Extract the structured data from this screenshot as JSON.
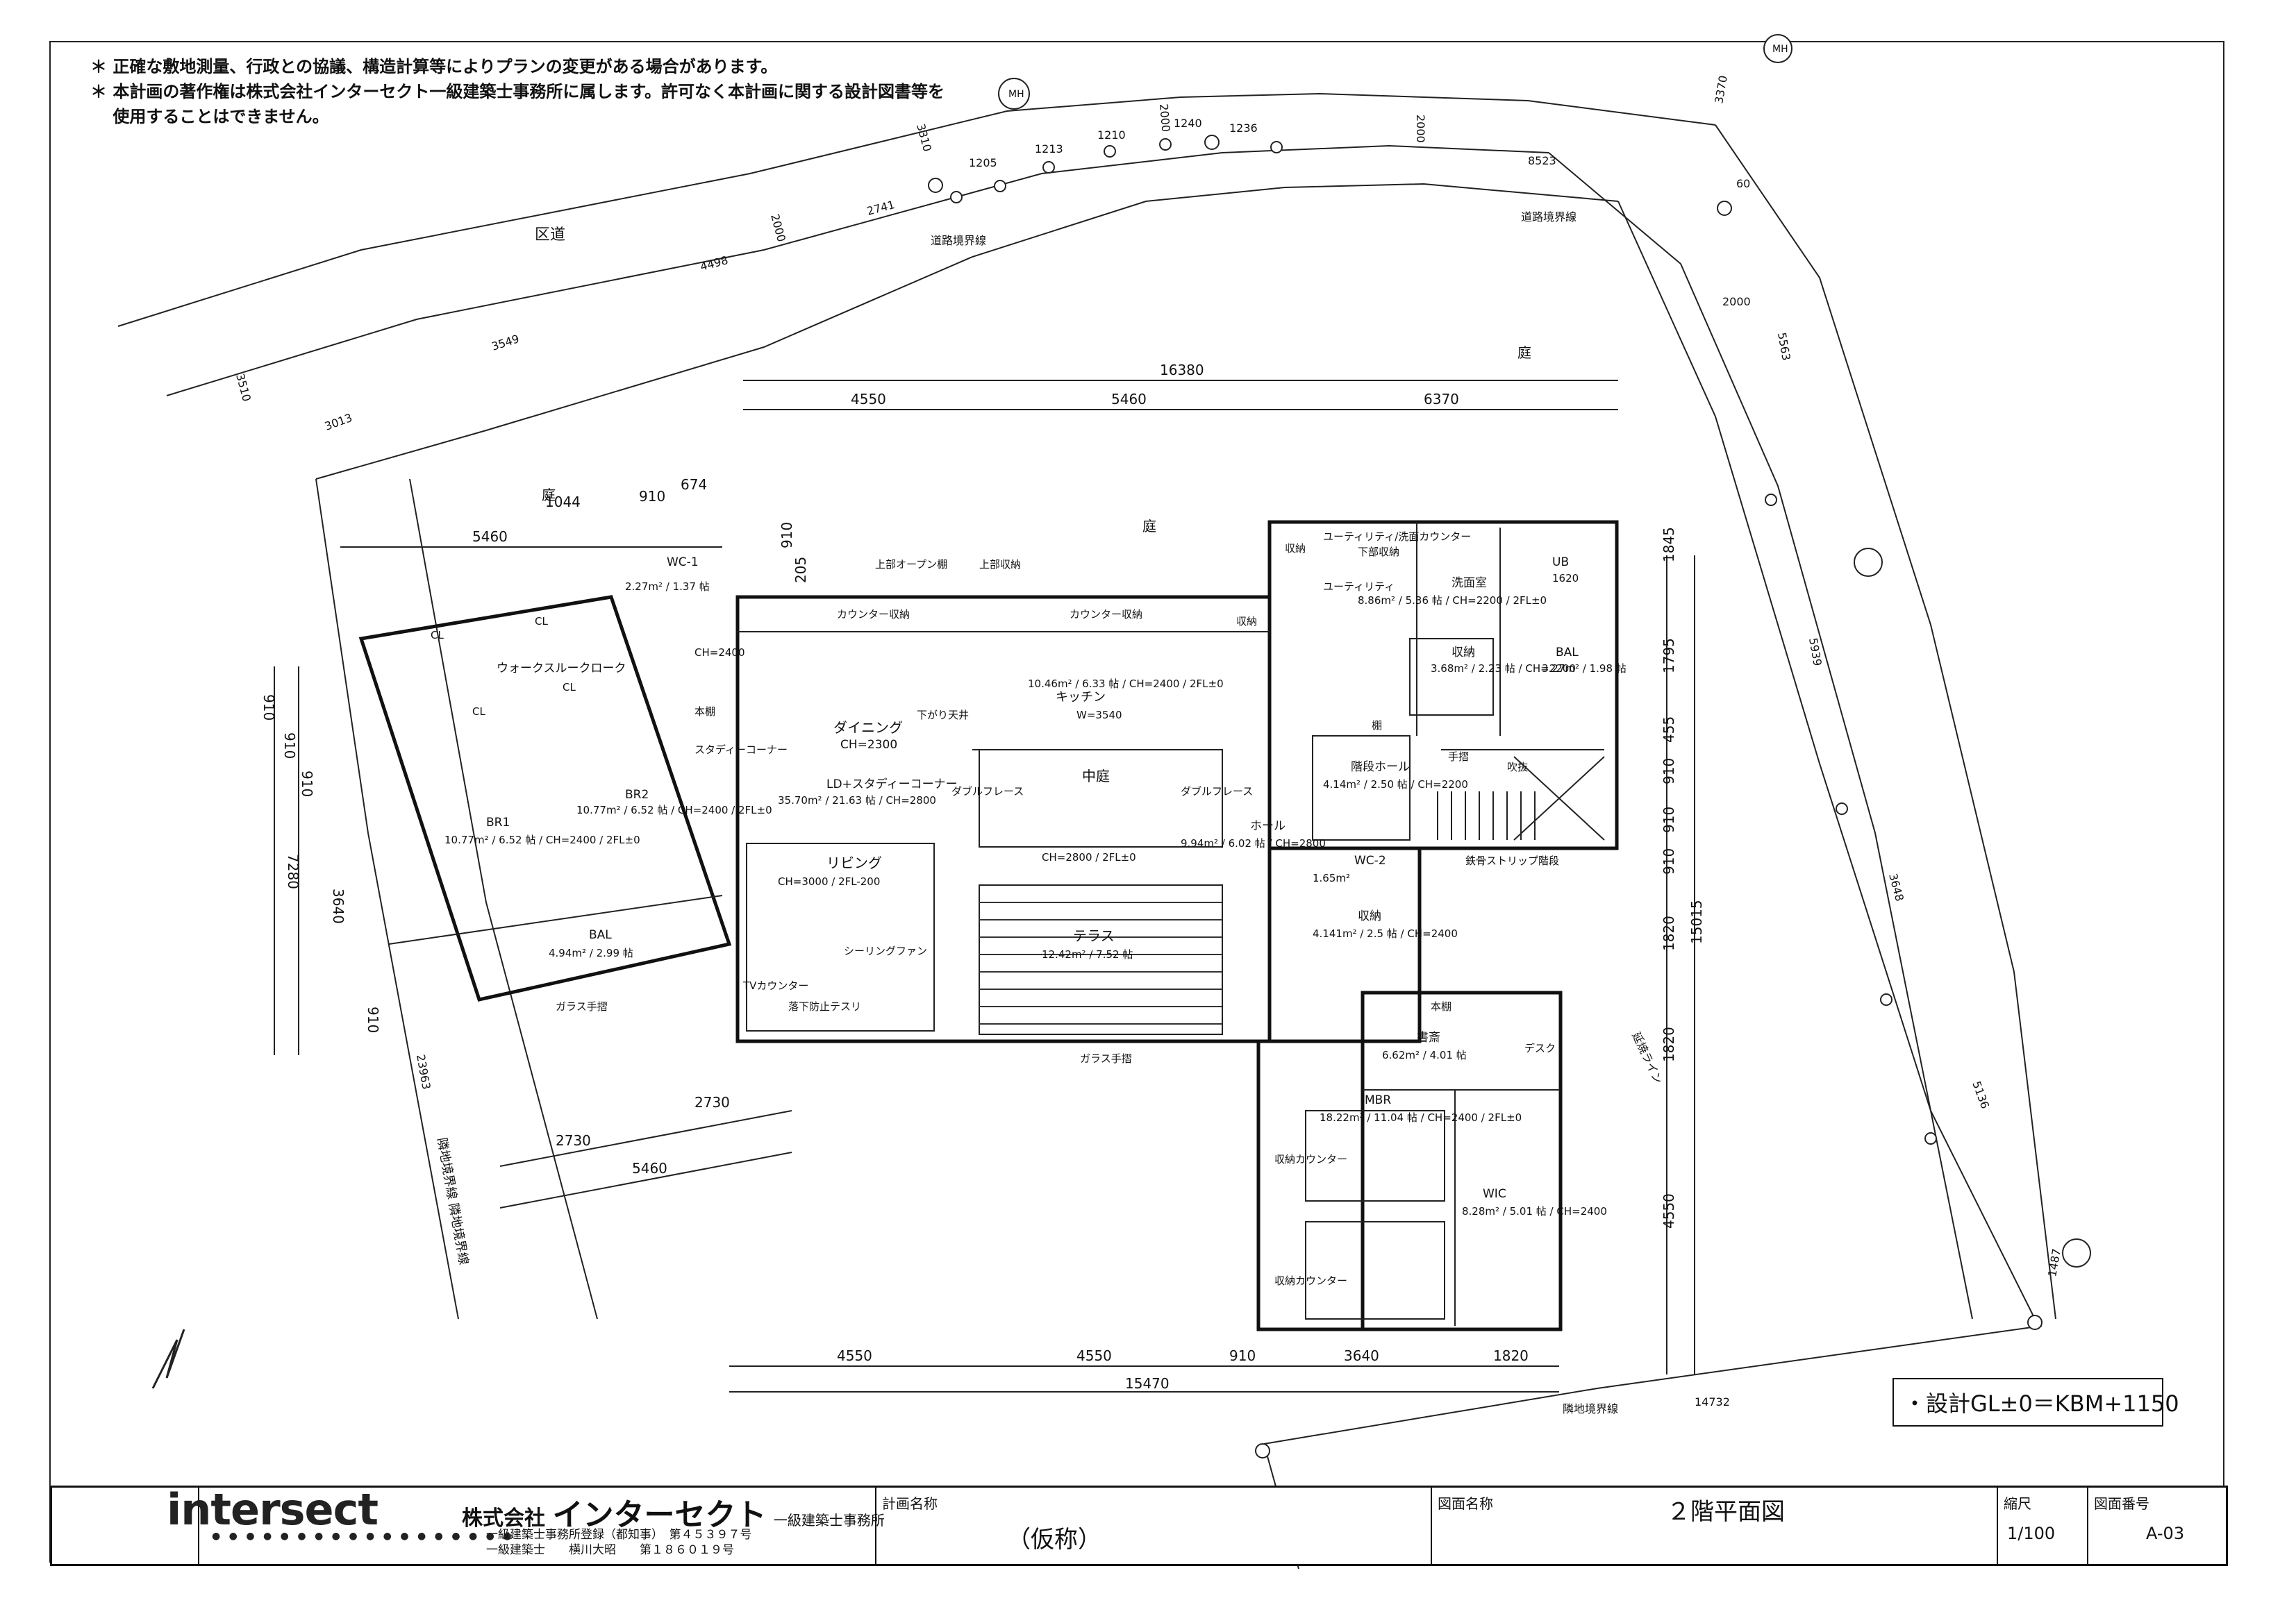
{
  "notes": [
    "＊ 正確な敷地測量、行政との協議、構造計算等によりプランの変更がある場合があります。",
    "＊ 本計画の著作権は株式会社インターセクト一級建築士事務所に属します。許可なく本計画に関する設計図書等を",
    "　 使用することはできません。"
  ],
  "site": {
    "road": "区道",
    "garden": "庭",
    "boundary_road": "道路境界線",
    "boundary_neighbor": "隣地境界線",
    "boundary_combo": "隣地境界線 隣地境界線",
    "extension": "延焼ライン"
  },
  "dims": {
    "top_total": "16380",
    "top_parts": [
      "4550",
      "5460",
      "6370"
    ],
    "bottom_total": "15470",
    "bottom_parts": [
      "4550",
      "4550",
      "910",
      "3640",
      "1820"
    ],
    "left_block": [
      "5460",
      "910",
      "674",
      "1044"
    ],
    "left_vertical": [
      "910",
      "910",
      "910",
      "3640",
      "910"
    ],
    "left_total": "7280",
    "wing_bottom_total": "5460",
    "wing_bottom_parts": [
      "2730",
      "2730"
    ],
    "right_vertical": [
      "1845",
      "1795",
      "455",
      "910",
      "910",
      "910",
      "1820",
      "1820",
      "4550"
    ],
    "right_total": "15015",
    "top_small": [
      "910",
      "205"
    ],
    "road_dims": [
      "3510",
      "3013",
      "3549",
      "4498",
      "2000",
      "2741",
      "1205",
      "1213",
      "1210",
      "2000",
      "1240",
      "1236",
      "2000",
      "8523",
      "3370",
      "60",
      "3310",
      "2000",
      "5563",
      "5939",
      "3648",
      "5136",
      "1487",
      "14732",
      "23963"
    ]
  },
  "rooms": [
    {
      "name": "ウォークスルークローク",
      "info": ""
    },
    {
      "name": "BR1",
      "info": "10.77m² / 6.52 帖 / CH=2400 / 2FL±0"
    },
    {
      "name": "BR2",
      "info": "10.77m² / 6.52 帖 / CH=2400 / 2FL±0"
    },
    {
      "name": "BAL",
      "info": "4.94m² / 2.99 帖"
    },
    {
      "name": "ダイニング",
      "info": "CH=2300"
    },
    {
      "name": "LD+スタディーコーナー",
      "info": "35.70m² / 21.63 帖 / CH=2800"
    },
    {
      "name": "リビング",
      "info": "CH=3000 / 2FL-200"
    },
    {
      "name": "キッチン",
      "info": "10.46m² / 6.33 帖 / CH=2400 / 2FL±0"
    },
    {
      "name": "中庭",
      "info": "CH=2800 / 2FL±0"
    },
    {
      "name": "テラス",
      "info": "12.42m² / 7.52 帖"
    },
    {
      "name": "ホール",
      "info": "9.94m² / 6.02 帖 / CH=2800"
    },
    {
      "name": "階段ホール",
      "info": "4.14m² / 2.50 帖 / CH=2200"
    },
    {
      "name": "WC-2",
      "info": "1.65m²"
    },
    {
      "name": "収納",
      "info": "4.141m² / 2.5 帖 / CH=2400"
    },
    {
      "name": "書斎",
      "info": "6.62m² / 4.01 帖"
    },
    {
      "name": "MBR",
      "info": "18.22m² / 11.04 帖 / CH=2400 / 2FL±0"
    },
    {
      "name": "WIC",
      "info": "8.28m² / 5.01 帖 / CH=2400"
    },
    {
      "name": "洗面室",
      "info": "8.86m² / 5.36 帖 / CH=2200 / 2FL±0"
    },
    {
      "name": "UB",
      "info": "1620"
    },
    {
      "name": "BAL",
      "info": "3.27m² / 1.98 帖"
    },
    {
      "name": "収納",
      "info": "3.68m² / 2.23 帖 / CH=2200"
    },
    {
      "name": "WC-1",
      "info": "2.27m² / 1.37 帖"
    }
  ],
  "labels": {
    "upper_open_shelf": "上部オープン棚",
    "upper_storage": "上部収納",
    "counter_storage": "カウンター収納",
    "counter_storage2": "カウンター収納",
    "storage": "収納",
    "ch2400": "CH=2400",
    "bookshelf": "本棚",
    "study_corner": "スタディーコーナー",
    "downlight": "下がり天井",
    "double_fireplace": "ダブルフレース",
    "double_fireplace2": "ダブルフレース",
    "tv_counter": "TVカウンター",
    "fall_rail": "落下防止テスリ",
    "glass_rail": "ガラス手摺",
    "glass_rail2": "ガラス手摺",
    "ceiling_fan": "シーリングファン",
    "utility": "ユーティリティ/洗面カウンター",
    "lower_storage": "下部収納",
    "utility2": "ユーティリティ",
    "stair": "鉄骨ストリップ階段",
    "void": "吹抜",
    "handrail": "手摺",
    "shelf": "棚",
    "desk": "デスク",
    "storage_counter": "収納カウンター",
    "storage_counter2": "収納カウンター",
    "cl": "CL",
    "mh": "MH",
    "sink_width": "W=3540"
  },
  "gl": "・設計GL±0＝KBM+1150",
  "titleblock": {
    "logo": "intersect",
    "company_prefix": "株式会社",
    "company_name": "インターセクト",
    "company_suffix": "一級建築士事務所",
    "reg1": "一級建築士事務所登録（都知事）　第４５３９７号",
    "reg2": "一級建築士　　横川大昭　　第１８６０１９号",
    "plan_name_label": "計画名称",
    "plan_name": "（仮称）",
    "drawing_name_label": "図面名称",
    "drawing_name": "２階平面図",
    "scale_label": "縮尺",
    "scale": "1/100",
    "number_label": "図面番号",
    "number": "A-03"
  }
}
